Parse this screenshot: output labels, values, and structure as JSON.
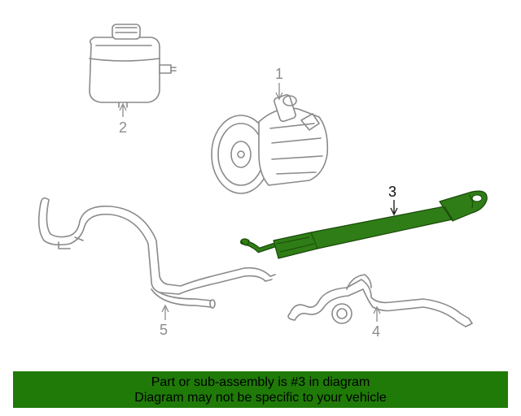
{
  "diagram": {
    "callouts": [
      {
        "id": "1",
        "label": "1"
      },
      {
        "id": "2",
        "label": "2"
      },
      {
        "id": "3",
        "label": "3"
      },
      {
        "id": "4",
        "label": "4"
      },
      {
        "id": "5",
        "label": "5"
      }
    ],
    "highlight_color": "#2f7d16",
    "part_line_color": "#8a8a8a"
  },
  "banner": {
    "line1": "Part or sub-assembly is #3 in diagram",
    "line2": "Diagram may not be specific to your vehicle",
    "background": "#1f7a08"
  }
}
